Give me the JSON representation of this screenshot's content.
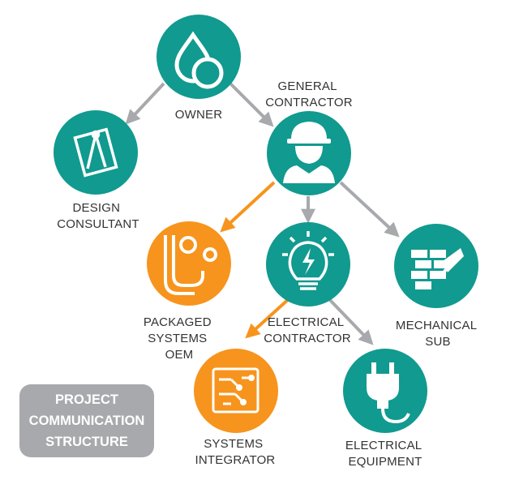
{
  "colors": {
    "teal": "#119a8f",
    "orange": "#f7941d",
    "gray_arrow": "#a7a9ac",
    "badge_bg": "#a7a9ac",
    "icon_white": "#ffffff"
  },
  "nodes": {
    "owner": {
      "label_lines": [
        "OWNER"
      ],
      "icon": "water-drops-icon",
      "color": "teal"
    },
    "general_contractor": {
      "label_lines": [
        "GENERAL",
        "CONTRACTOR"
      ],
      "icon": "hardhat-worker-icon",
      "color": "teal"
    },
    "design_consultant": {
      "label_lines": [
        "DESIGN",
        "CONSULTANT"
      ],
      "icon": "drafting-tools-icon",
      "color": "teal"
    },
    "packaged_systems_oem": {
      "label_lines": [
        "PACKAGED",
        "SYSTEMS",
        "OEM"
      ],
      "icon": "gears-pipe-icon",
      "color": "orange"
    },
    "electrical_contractor": {
      "label_lines": [
        "ELECTRICAL",
        "CONTRACTOR"
      ],
      "icon": "lightbulb-bolt-icon",
      "color": "teal"
    },
    "mechanical_sub": {
      "label_lines": [
        "MECHANICAL",
        "SUB"
      ],
      "icon": "bricks-trowel-icon",
      "color": "teal"
    },
    "systems_integrator": {
      "label_lines": [
        "SYSTEMS",
        "INTEGRATOR"
      ],
      "icon": "circuit-board-icon",
      "color": "orange"
    },
    "electrical_equipment": {
      "label_lines": [
        "ELECTRICAL",
        "EQUIPMENT"
      ],
      "icon": "power-plug-icon",
      "color": "teal"
    }
  },
  "edges": [
    {
      "from": "owner",
      "to": "design_consultant",
      "color": "gray_arrow"
    },
    {
      "from": "owner",
      "to": "general_contractor",
      "color": "gray_arrow"
    },
    {
      "from": "general_contractor",
      "to": "packaged_systems_oem",
      "color": "orange"
    },
    {
      "from": "general_contractor",
      "to": "electrical_contractor",
      "color": "gray_arrow"
    },
    {
      "from": "general_contractor",
      "to": "mechanical_sub",
      "color": "gray_arrow"
    },
    {
      "from": "electrical_contractor",
      "to": "systems_integrator",
      "color": "orange"
    },
    {
      "from": "electrical_contractor",
      "to": "electrical_equipment",
      "color": "gray_arrow"
    }
  ],
  "badge": {
    "line1": "PROJECT",
    "line2": "COMMUNICATION",
    "line3": "STRUCTURE"
  }
}
